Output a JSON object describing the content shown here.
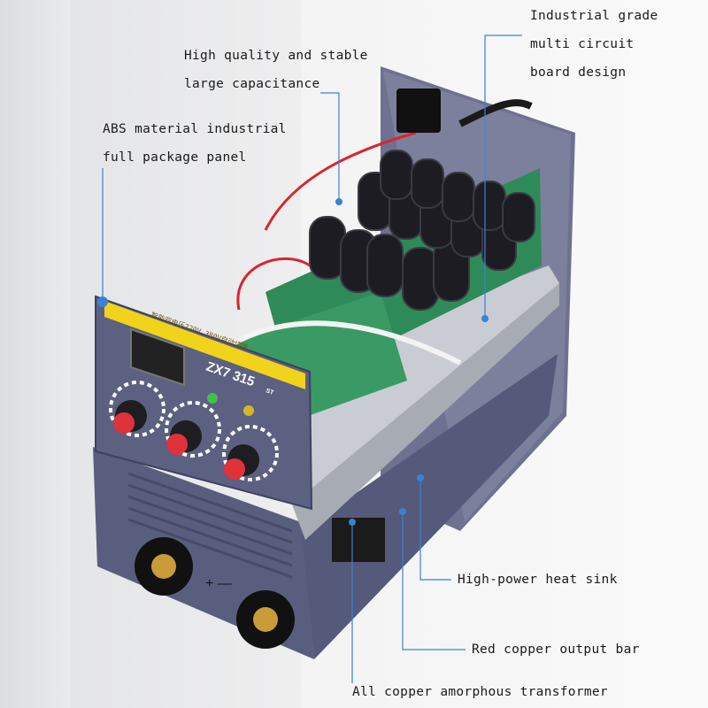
{
  "product": {
    "model": "ZX7 315",
    "model_suffix": "ST",
    "panel_banner": "智能双电压220V 380V自动切换",
    "terminal_marks": "+ —"
  },
  "callouts": [
    {
      "lines": [
        "Industrial grade",
        "multi circuit",
        "board design"
      ]
    },
    {
      "lines": [
        "High quality and stable",
        "large capacitance"
      ]
    },
    {
      "lines": [
        "ABS material industrial",
        "full package panel"
      ]
    },
    {
      "lines": [
        "High-power heat sink"
      ]
    },
    {
      "lines": [
        "Red copper output bar"
      ]
    },
    {
      "lines": [
        "All copper amorphous transformer"
      ]
    }
  ],
  "colors": {
    "callout_line": "#3b82d6",
    "panel": "#5d6180",
    "accent_yellow": "#f2d31b",
    "knob_red": "#e0323a",
    "pcb": "#2f8a5a"
  }
}
